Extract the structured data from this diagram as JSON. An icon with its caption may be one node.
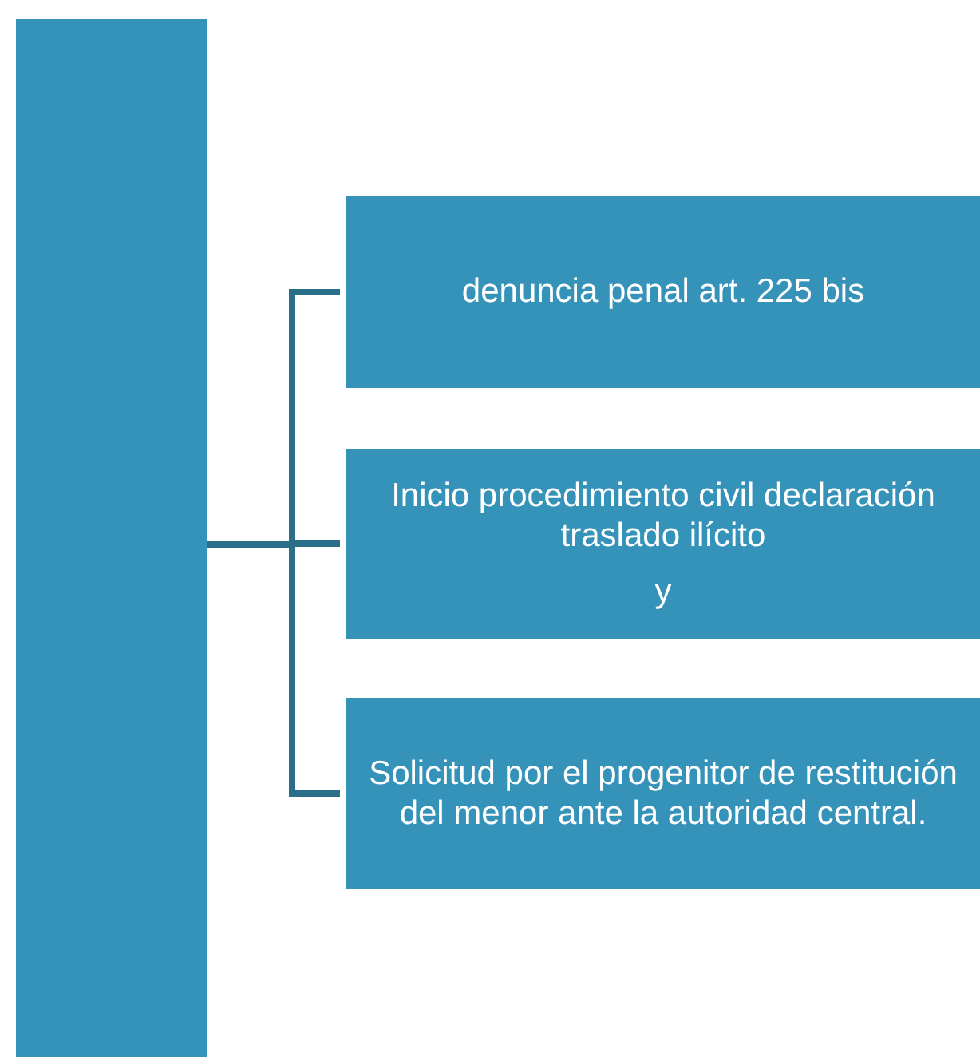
{
  "diagram": {
    "nodes": [
      {
        "text": [],
        "shape": "bar"
      },
      {
        "text": [
          "denuncia penal art. 225 bis"
        ]
      },
      {
        "text": [
          "Inicio procedimiento civil declaración traslado ilícito",
          "y"
        ]
      },
      {
        "text": [
          "Solicitud por el progenitor de restitución del menor ante la autoridad central."
        ]
      }
    ],
    "edges": [
      {
        "from": 0,
        "to": 1,
        "arrow": "none"
      },
      {
        "from": 0,
        "to": 2,
        "arrow": "none"
      },
      {
        "from": 0,
        "to": 3,
        "arrow": "none"
      }
    ]
  }
}
